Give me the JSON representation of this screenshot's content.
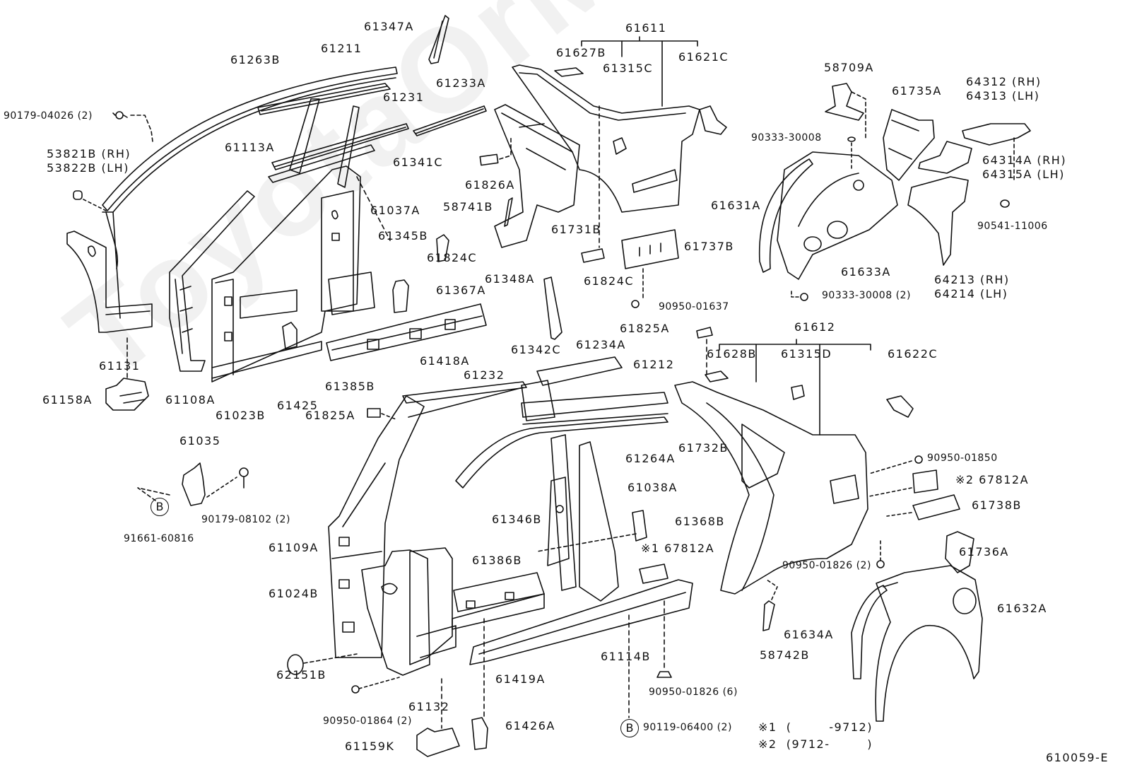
{
  "diagram": {
    "watermark": "ToyotaOrMiles.ru",
    "figure_code": "610059-E",
    "footnotes": [
      {
        "mark": "※1",
        "range": "(        -9712)"
      },
      {
        "mark": "※2",
        "range": "(9712-        )"
      }
    ],
    "callout_symbol": "B",
    "assemblies": {
      "upper_rh_quarter": {
        "label": "61611",
        "children": [
          "61627B",
          "61315C",
          "61621C"
        ]
      },
      "lower_lh_quarter": {
        "label": "61612",
        "children": [
          "61628B",
          "61315D",
          "61622C"
        ]
      }
    },
    "labels": {
      "p61263B": "61263B",
      "p61211": "61211",
      "p61347A": "61347A",
      "p61233A": "61233A",
      "p61231": "61231",
      "p90179_04026": "90179-04026 (2)",
      "p53821B": "53821B (RH)",
      "p53822B": "53822B (LH)",
      "p61113A": "61113A",
      "p61341C": "61341C",
      "p61037A": "61037A",
      "p61345B": "61345B",
      "p61824C_a": "61824C",
      "p61367A": "61367A",
      "p61131": "61131",
      "p61158A": "61158A",
      "p61108A": "61108A",
      "p61023B": "61023B",
      "p61425": "61425",
      "p61385B": "61385B",
      "p61418A": "61418A",
      "p61825A_a": "61825A",
      "p61611": "61611",
      "p61627B": "61627B",
      "p61315C": "61315C",
      "p61621C": "61621C",
      "p61826A": "61826A",
      "p58741B": "58741B",
      "p61731B": "61731B",
      "p61824C_b": "61824C",
      "p61737B": "61737B",
      "p61348A": "61348A",
      "p90950_01637": "90950-01637",
      "p61825A_b": "61825A",
      "p58709A": "58709A",
      "p61735A": "61735A",
      "p64312": "64312 (RH)",
      "p64313": "64313 (LH)",
      "p90333_30008_a": "90333-30008",
      "p64314A": "64314A (RH)",
      "p64315A": "64315A (LH)",
      "p61631A": "61631A",
      "p61633A": "61633A",
      "p90541_11006": "90541-11006",
      "p64213": "64213 (RH)",
      "p64214": "64214 (LH)",
      "p90333_30008_b": "90333-30008 (2)",
      "p61612": "61612",
      "p61628B": "61628B",
      "p61315D": "61315D",
      "p61622C": "61622C",
      "p61342C": "61342C",
      "p61234A": "61234A",
      "p61232": "61232",
      "p61212": "61212",
      "p61732B": "61732B",
      "p61264A": "61264A",
      "p90950_01850": "90950-01850",
      "p67812A_2": "※2 67812A",
      "p61038A": "61038A",
      "p61738B": "61738B",
      "p61035": "61035",
      "p90179_08102": "90179-08102 (2)",
      "p91661_60816": "91661-60816",
      "p61346B": "61346B",
      "p61368B": "61368B",
      "p67812A_1": "※1 67812A",
      "p61736A": "61736A",
      "p61109A": "61109A",
      "p61386B": "61386B",
      "p90950_01826_2": "90950-01826 (2)",
      "p61024B": "61024B",
      "p61632A": "61632A",
      "p61634A": "61634A",
      "p61114B": "61114B",
      "p58742B": "58742B",
      "p62151B": "62151B",
      "p61419A": "61419A",
      "p90950_01826_6": "90950-01826 (6)",
      "p61132": "61132",
      "p90950_01864": "90950-01864 (2)",
      "p61426A": "61426A",
      "p90119_06400": "90119-06400 (2)",
      "p61159K": "61159K"
    }
  }
}
